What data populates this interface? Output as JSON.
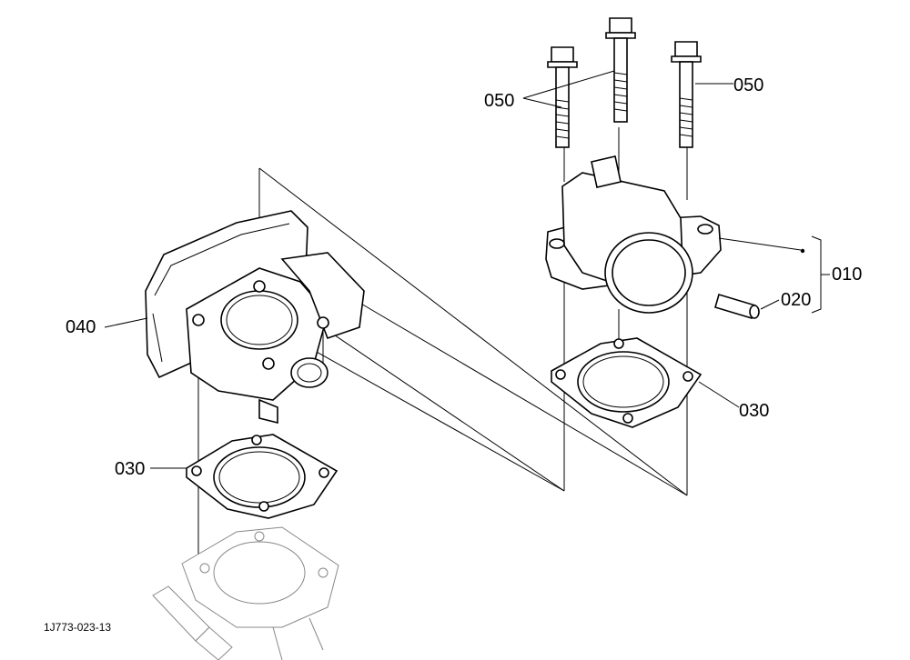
{
  "labels": {
    "bolt_left": "050",
    "bolt_right": "050",
    "assembly": "010",
    "pin": "020",
    "gasket_right": "030",
    "gasket_left": "030",
    "throttle_body": "040"
  },
  "drawing_code": "1J773-023-13"
}
